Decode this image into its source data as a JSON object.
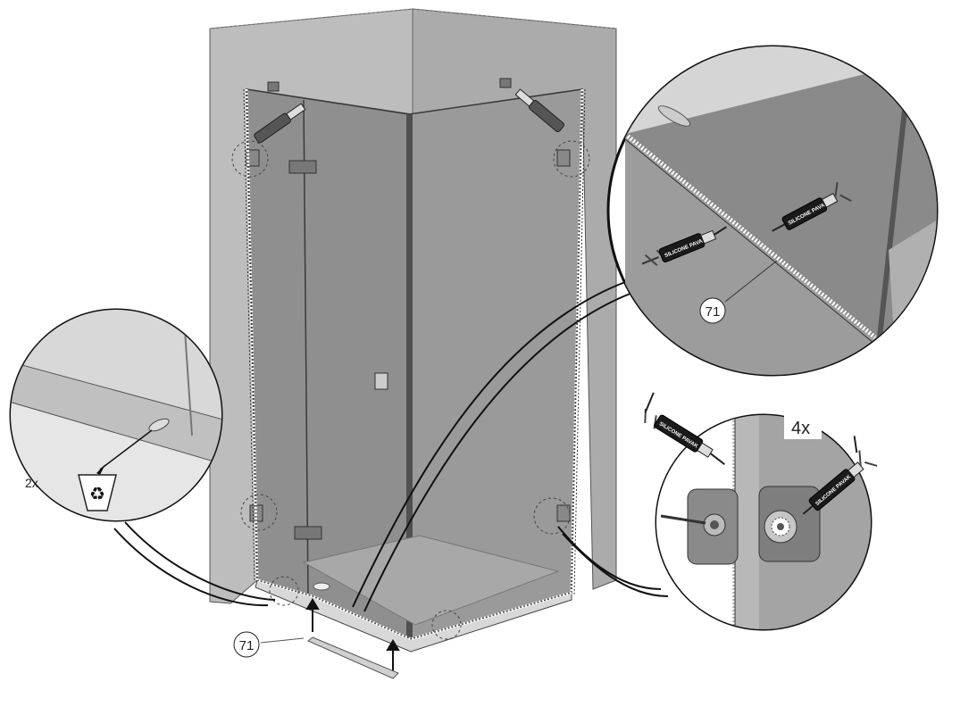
{
  "diagram": {
    "part_number_main": "71",
    "part_number_zoom": "71",
    "count_left_inset": "2x",
    "count_right_inset": "4x",
    "tube_label": "SILICONE PAVAK",
    "recycle_icon": "recycle-icon",
    "colors": {
      "wall": "#b9b9b9",
      "wall_dark": "#9e9e9e",
      "glass": "#8e8e8e",
      "frame": "#5a5a5a",
      "silicone": "#ffffff",
      "line": "#222222"
    }
  }
}
